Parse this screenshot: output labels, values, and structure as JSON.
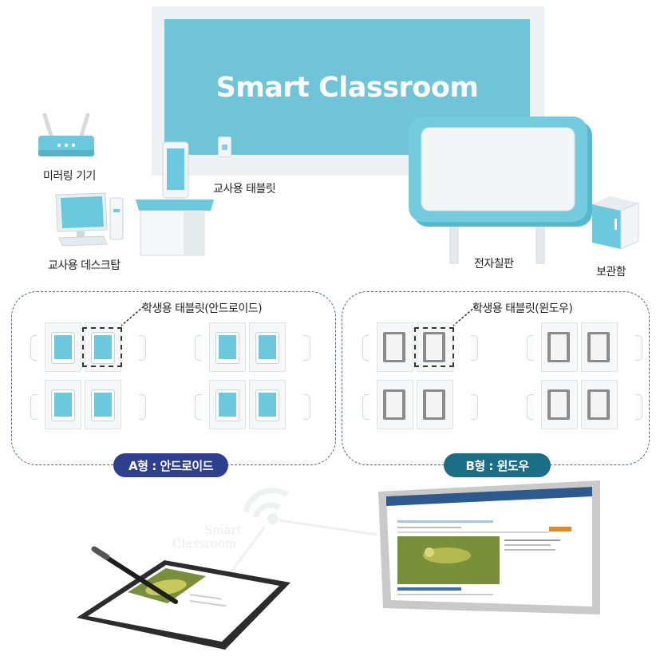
{
  "board": {
    "title": "Smart Classroom"
  },
  "devices": {
    "mirroring": "미러링 기기",
    "teacher_tablet": "교사용 태블릿",
    "teacher_desktop": "교사용 데스크탑",
    "e_board": "전자칠판",
    "storage": "보관함"
  },
  "groups": {
    "a": {
      "callout": "학생용 태블릿(안드로이드)",
      "badge": "A형 : 안드로이드",
      "badge_color": "#2f3f8f"
    },
    "b": {
      "callout": "학생용 태블릿(윈도우)",
      "badge": "B형 : 윈도우",
      "badge_color": "#1c6e86"
    }
  },
  "watermark": {
    "line1": "Smart",
    "line2": "Classroom"
  },
  "colors": {
    "screen": "#6fc5d7",
    "accent": "#5cc0d6"
  }
}
